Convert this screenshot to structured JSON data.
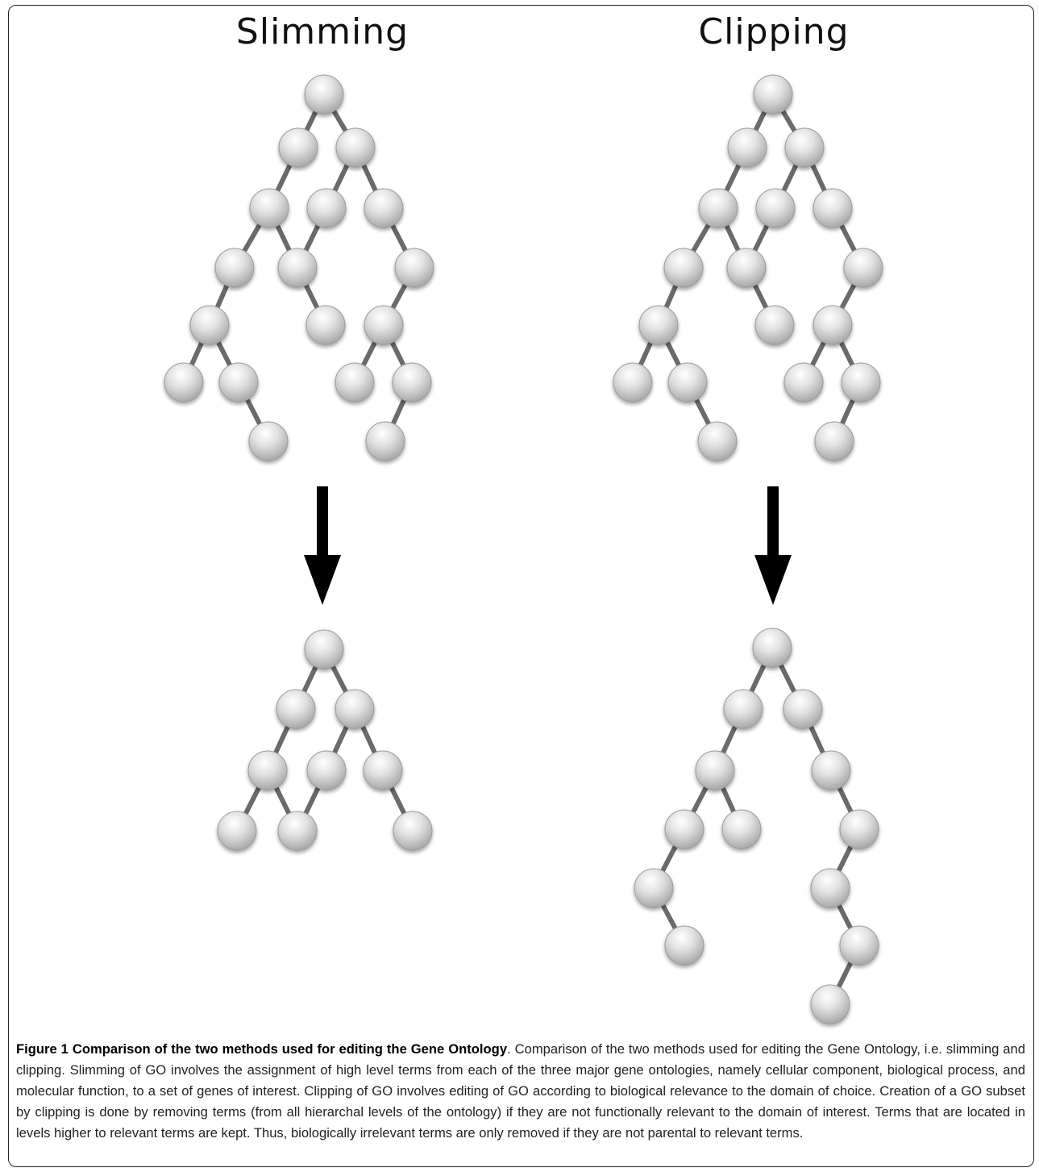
{
  "panels": [
    {
      "title": "Slimming"
    },
    {
      "title": "Clipping"
    }
  ],
  "caption": {
    "label": "Figure 1 Comparison of the two methods used for editing the Gene Ontology",
    "text": ". Comparison of the two methods used for editing the Gene Ontology, i.e. slimming and clipping. Slimming of GO involves the assignment of high level terms from each of the three major gene ontologies, namely cellular component, biological process, and molecular function, to a set of genes of interest. Clipping of GO involves editing of GO according to biological relevance to the domain of choice. Creation of a GO subset by clipping is done by removing terms (from all hierarchal levels of the ontology) if they are not functionally relevant to the domain of interest. Terms that are located in levels higher to relevant terms are kept. Thus, biologically irrelevant terms are only removed if they are not parental to relevant terms."
  },
  "colors": {
    "node_light": "#f4f4f4",
    "node_dark": "#b0b0b0",
    "edge": "#6a6a6a",
    "arrow": "#000000"
  }
}
